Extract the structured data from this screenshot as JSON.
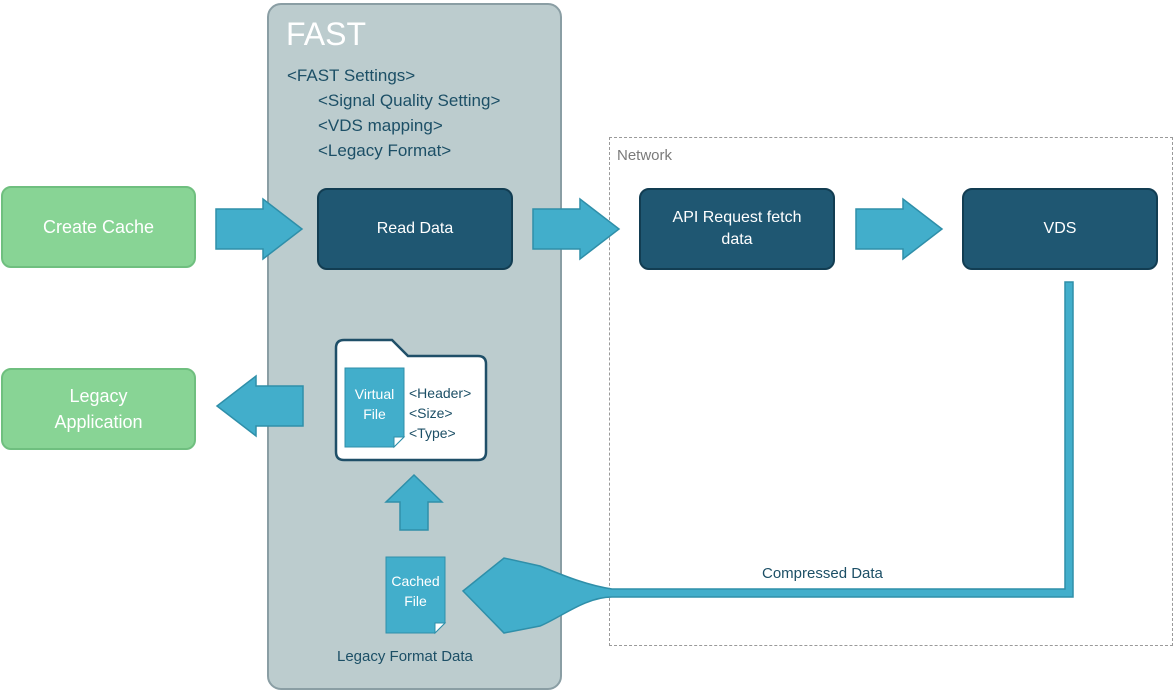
{
  "fast": {
    "title": "FAST",
    "settings": [
      "<FAST Settings>",
      "<Signal Quality Setting>",
      "<VDS mapping>",
      "<Legacy Format>"
    ]
  },
  "network": {
    "label": "Network"
  },
  "nodes": {
    "create_cache": "Create Cache",
    "legacy_app_line1": "Legacy",
    "legacy_app_line2": "Application",
    "read_data": "Read Data",
    "api_line1": "API Request fetch",
    "api_line2": "data",
    "vds": "VDS"
  },
  "virtual_file": {
    "label_line1": "Virtual",
    "label_line2": "File",
    "fields": [
      "<Header>",
      "<Size>",
      "<Type>"
    ]
  },
  "cached_file": {
    "label_line1": "Cached",
    "label_line2": "File",
    "caption": "Legacy Format Data"
  },
  "edges": {
    "compressed": "Compressed Data"
  },
  "colors": {
    "arrow": "#42aecb",
    "arrow_border": "#2f8fa9",
    "dark_node": "#1f5772",
    "green_node": "#88d495",
    "fast_panel": "#bcccce"
  }
}
